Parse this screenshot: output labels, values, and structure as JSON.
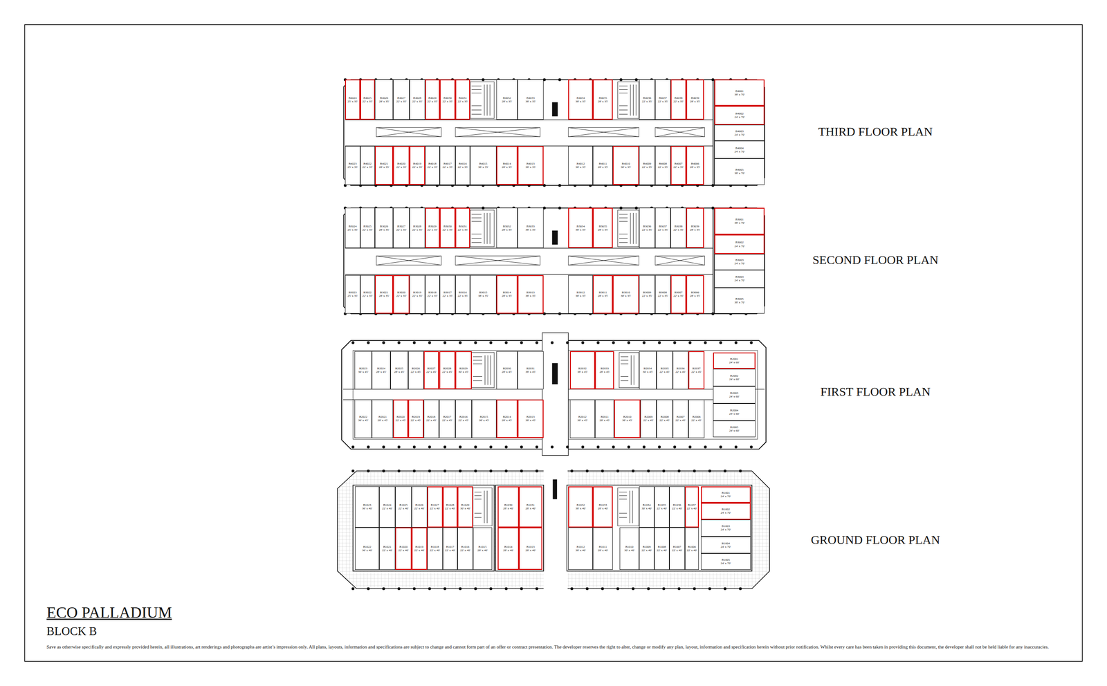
{
  "diagram": {
    "title": "ECO PALLADIUM",
    "caption": "Save as otherwise specifically and expressly provided herein, all illustrations, art renderings and photographs are artist’s impression only. All plans, layouts, information and specifications are subject to change and cannot form part of an offer or contract presentation. The developer reserves the right to alter, change or modify any plan, layout, information and specification herein without prior notification. Whilst every care has been taken in providing this document, the developer shall not be held liable for any inaccuracies.",
    "nodes": [
      {
        "text": [
          "B4024",
          "25' x 35'"
        ]
      },
      {
        "text": [
          "B4025",
          "22' x 35'"
        ]
      },
      {
        "text": [
          "B4026",
          "28' x 35'"
        ]
      },
      {
        "text": [
          "B4027",
          "22' x 35'"
        ]
      },
      {
        "text": [
          "B4028",
          "22' x 35'"
        ]
      },
      {
        "text": [
          "B4029",
          "22' x 35'"
        ]
      },
      {
        "text": [
          "B4030",
          "22' x 35'"
        ]
      },
      {
        "text": [
          "B4031",
          "22' x 35'"
        ]
      },
      {
        "text": [
          "B4032",
          "28' x 35'"
        ]
      },
      {
        "text": [
          "B4033",
          "38' x 35'"
        ]
      },
      {
        "text": [
          "B4034",
          "38' x 35'"
        ]
      },
      {
        "text": [
          "B4035",
          "28' x 35'"
        ]
      },
      {
        "text": [
          "B4036",
          "22' x 35'"
        ]
      },
      {
        "text": [
          "B4037",
          "22' x 35'"
        ]
      },
      {
        "text": [
          "B4038",
          "22' x 35'"
        ]
      },
      {
        "text": [
          "B4039",
          "28' x 35'"
        ]
      },
      {
        "text": [
          "B4023",
          "25' x 35'"
        ]
      },
      {
        "text": [
          "B4022",
          "22' x 35'"
        ]
      },
      {
        "text": [
          "B4021",
          "28' x 35'"
        ]
      },
      {
        "text": [
          "B4020",
          "22' x 35'"
        ]
      },
      {
        "text": [
          "B4019",
          "22' x 35'"
        ]
      },
      {
        "text": [
          "B4018",
          "22' x 35'"
        ]
      },
      {
        "text": [
          "B4017",
          "22' x 35'"
        ]
      },
      {
        "text": [
          "B4016",
          "22' x 35'"
        ]
      },
      {
        "text": [
          "B4015",
          "38' x 35'"
        ]
      },
      {
        "text": [
          "B4014",
          "28' x 35'"
        ]
      },
      {
        "text": [
          "B4013",
          "38' x 35'"
        ]
      },
      {
        "text": [
          "B4012",
          "38' x 35'"
        ]
      },
      {
        "text": [
          "B4011",
          "28' x 35'"
        ]
      },
      {
        "text": [
          "B4010",
          "38' x 35'"
        ]
      },
      {
        "text": [
          "B4009",
          "22' x 35'"
        ]
      },
      {
        "text": [
          "B4008",
          "22' x 35'"
        ]
      },
      {
        "text": [
          "B4007",
          "22' x 35'"
        ]
      },
      {
        "text": [
          "B4006",
          "28' x 35'"
        ]
      },
      {
        "text": [
          "B4001",
          "38' x 70'"
        ]
      },
      {
        "text": [
          "B4002",
          "24' x 70'"
        ]
      },
      {
        "text": [
          "B4003",
          "24' x 70'"
        ]
      },
      {
        "text": [
          "B4004",
          "24' x 70'"
        ]
      },
      {
        "text": [
          "B4005",
          "38' x 70'"
        ]
      },
      {
        "text": [
          "B3024",
          "25' x 35'"
        ]
      },
      {
        "text": [
          "B3025",
          "22' x 35'"
        ]
      },
      {
        "text": [
          "B3026",
          "28' x 35'"
        ]
      },
      {
        "text": [
          "B3027",
          "22' x 35'"
        ]
      },
      {
        "text": [
          "B3028",
          "22' x 35'"
        ]
      },
      {
        "text": [
          "B3029",
          "22' x 35'"
        ]
      },
      {
        "text": [
          "B3030",
          "22' x 35'"
        ]
      },
      {
        "text": [
          "B3031",
          "22' x 35'"
        ]
      },
      {
        "text": [
          "B3032",
          "28' x 35'"
        ]
      },
      {
        "text": [
          "B3033",
          "38' x 35'"
        ]
      },
      {
        "text": [
          "B3034",
          "38' x 35'"
        ]
      },
      {
        "text": [
          "B3035",
          "28' x 35'"
        ]
      },
      {
        "text": [
          "B3036",
          "22' x 35'"
        ]
      },
      {
        "text": [
          "B3037",
          "22' x 35'"
        ]
      },
      {
        "text": [
          "B3038",
          "22' x 35'"
        ]
      },
      {
        "text": [
          "B3039",
          "28' x 35'"
        ]
      },
      {
        "text": [
          "B3023",
          "25' x 35'"
        ]
      },
      {
        "text": [
          "B3022",
          "22' x 35'"
        ]
      },
      {
        "text": [
          "B3021",
          "28' x 35'"
        ]
      },
      {
        "text": [
          "B3020",
          "22' x 35'"
        ]
      },
      {
        "text": [
          "B3019",
          "22' x 35'"
        ]
      },
      {
        "text": [
          "B3018",
          "22' x 35'"
        ]
      },
      {
        "text": [
          "B3017",
          "22' x 35'"
        ]
      },
      {
        "text": [
          "B3016",
          "22' x 35'"
        ]
      },
      {
        "text": [
          "B3015",
          "38' x 35'"
        ]
      },
      {
        "text": [
          "B3014",
          "28' x 35'"
        ]
      },
      {
        "text": [
          "B3013",
          "38' x 35'"
        ]
      },
      {
        "text": [
          "B3012",
          "38' x 35'"
        ]
      },
      {
        "text": [
          "B3011",
          "28' x 35'"
        ]
      },
      {
        "text": [
          "B3010",
          "38' x 35'"
        ]
      },
      {
        "text": [
          "B3009",
          "22' x 35'"
        ]
      },
      {
        "text": [
          "B3008",
          "22' x 35'"
        ]
      },
      {
        "text": [
          "B3007",
          "22' x 35'"
        ]
      },
      {
        "text": [
          "B3006",
          "28' x 35'"
        ]
      },
      {
        "text": [
          "B3001",
          "38' x 70'"
        ]
      },
      {
        "text": [
          "B3002",
          "24' x 70'"
        ]
      },
      {
        "text": [
          "B3003",
          "24' x 70'"
        ]
      },
      {
        "text": [
          "B3004",
          "24' x 70'"
        ]
      },
      {
        "text": [
          "B3005",
          "38' x 70'"
        ]
      },
      {
        "text": [
          "B2023",
          "36' x 45'"
        ]
      },
      {
        "text": [
          "B2024",
          "28' x 45'"
        ]
      },
      {
        "text": [
          "B2025",
          "28' x 45'"
        ]
      },
      {
        "text": [
          "B2026",
          "22' x 45'"
        ]
      },
      {
        "text": [
          "B2027",
          "22' x 45'"
        ]
      },
      {
        "text": [
          "B2028",
          "22' x 45'"
        ]
      },
      {
        "text": [
          "B2029",
          "30' x 45'"
        ]
      },
      {
        "text": [
          "B2030",
          "28' x 45'"
        ]
      },
      {
        "text": [
          "B2031",
          "38' x 45'"
        ]
      },
      {
        "text": [
          "B2032",
          "38' x 45'"
        ]
      },
      {
        "text": [
          "B2033",
          "28' x 45'"
        ]
      },
      {
        "text": [
          "B2034",
          "30' x 45'"
        ]
      },
      {
        "text": [
          "B2035",
          "22' x 45'"
        ]
      },
      {
        "text": [
          "B2036",
          "22' x 45'"
        ]
      },
      {
        "text": [
          "B2037",
          "22' x 45'"
        ]
      },
      {
        "text": [
          "B2022",
          "36' x 45'"
        ]
      },
      {
        "text": [
          "B2021",
          "28' x 45'"
        ]
      },
      {
        "text": [
          "B2020",
          "22' x 45'"
        ]
      },
      {
        "text": [
          "B2019",
          "22' x 45'"
        ]
      },
      {
        "text": [
          "B2018",
          "22' x 45'"
        ]
      },
      {
        "text": [
          "B2017",
          "22' x 45'"
        ]
      },
      {
        "text": [
          "B2016",
          "22' x 45'"
        ]
      },
      {
        "text": [
          "B2015",
          "38' x 45'"
        ]
      },
      {
        "text": [
          "B2014",
          "28' x 45'"
        ]
      },
      {
        "text": [
          "B2013",
          "38' x 45'"
        ]
      },
      {
        "text": [
          "B2012",
          "38' x 45'"
        ]
      },
      {
        "text": [
          "B2011",
          "28' x 45'"
        ]
      },
      {
        "text": [
          "B2010",
          "38' x 45'"
        ]
      },
      {
        "text": [
          "B2009",
          "22' x 45'"
        ]
      },
      {
        "text": [
          "B2008",
          "22' x 45'"
        ]
      },
      {
        "text": [
          "B2007",
          "22' x 45'"
        ]
      },
      {
        "text": [
          "B2006",
          "22' x 45'"
        ]
      },
      {
        "text": [
          "B2001",
          "24' x 60'"
        ]
      },
      {
        "text": [
          "B2002",
          "24' x 60'"
        ]
      },
      {
        "text": [
          "B2003",
          "24' x 60'"
        ]
      },
      {
        "text": [
          "B2004",
          "24' x 60'"
        ]
      },
      {
        "text": [
          "B2005",
          "24' x 60'"
        ]
      },
      {
        "text": [
          "B1023",
          "36' x 40'"
        ]
      },
      {
        "text": [
          "B1024",
          "22' x 40'"
        ]
      },
      {
        "text": [
          "B1025",
          "22' x 40'"
        ]
      },
      {
        "text": [
          "B1026",
          "22' x 40'"
        ]
      },
      {
        "text": [
          "B1027",
          "22' x 40'"
        ]
      },
      {
        "text": [
          "B1028",
          "22' x 40'"
        ]
      },
      {
        "text": [
          "B1029",
          "30' x 40'"
        ]
      },
      {
        "text": [
          "B1030",
          "28' x 40'"
        ]
      },
      {
        "text": [
          "B1031",
          "28' x 40'"
        ]
      },
      {
        "text": [
          "B1032",
          "38' x 40'"
        ]
      },
      {
        "text": [
          "B1033",
          "28' x 40'"
        ]
      },
      {
        "text": [
          "B1034",
          "30' x 40'"
        ]
      },
      {
        "text": [
          "B1035",
          "22' x 40'"
        ]
      },
      {
        "text": [
          "B1036",
          "22' x 40'"
        ]
      },
      {
        "text": [
          "B1037",
          "22' x 40'"
        ]
      },
      {
        "text": [
          "B1022",
          "36' x 40'"
        ]
      },
      {
        "text": [
          "B1021",
          "22' x 40'"
        ]
      },
      {
        "text": [
          "B1020",
          "22' x 40'"
        ]
      },
      {
        "text": [
          "B1019",
          "22' x 40'"
        ]
      },
      {
        "text": [
          "B1018",
          "22' x 40'"
        ]
      },
      {
        "text": [
          "B1017",
          "22' x 40'"
        ]
      },
      {
        "text": [
          "B1016",
          "22' x 40'"
        ]
      },
      {
        "text": [
          "B1015",
          "28' x 40'"
        ]
      },
      {
        "text": [
          "B1014",
          "28' x 40'"
        ]
      },
      {
        "text": [
          "B1013",
          "28' x 40'"
        ]
      },
      {
        "text": [
          "B1012",
          "38' x 40'"
        ]
      },
      {
        "text": [
          "B1011",
          "28' x 40'"
        ]
      },
      {
        "text": [
          "B1010",
          "30' x 40'"
        ]
      },
      {
        "text": [
          "B1009",
          "22' x 40'"
        ]
      },
      {
        "text": [
          "B1008",
          "22' x 40'"
        ]
      },
      {
        "text": [
          "B1007",
          "22' x 40'"
        ]
      },
      {
        "text": [
          "B1006",
          "22' x 40'"
        ]
      },
      {
        "text": [
          "B1001",
          "24' x 70'"
        ]
      },
      {
        "text": [
          "B1002",
          "24' x 70'"
        ]
      },
      {
        "text": [
          "B1003",
          "24' x 70'"
        ]
      },
      {
        "text": [
          "B1004",
          "24' x 70'"
        ]
      },
      {
        "text": [
          "B1005",
          "24' x 70'"
        ]
      }
    ],
    "labels": [
      "THIRD FLOOR PLAN",
      "SECOND FLOOR PLAN",
      "FIRST FLOOR PLAN",
      "GROUND FLOOR PLAN",
      "BLOCK B"
    ]
  }
}
